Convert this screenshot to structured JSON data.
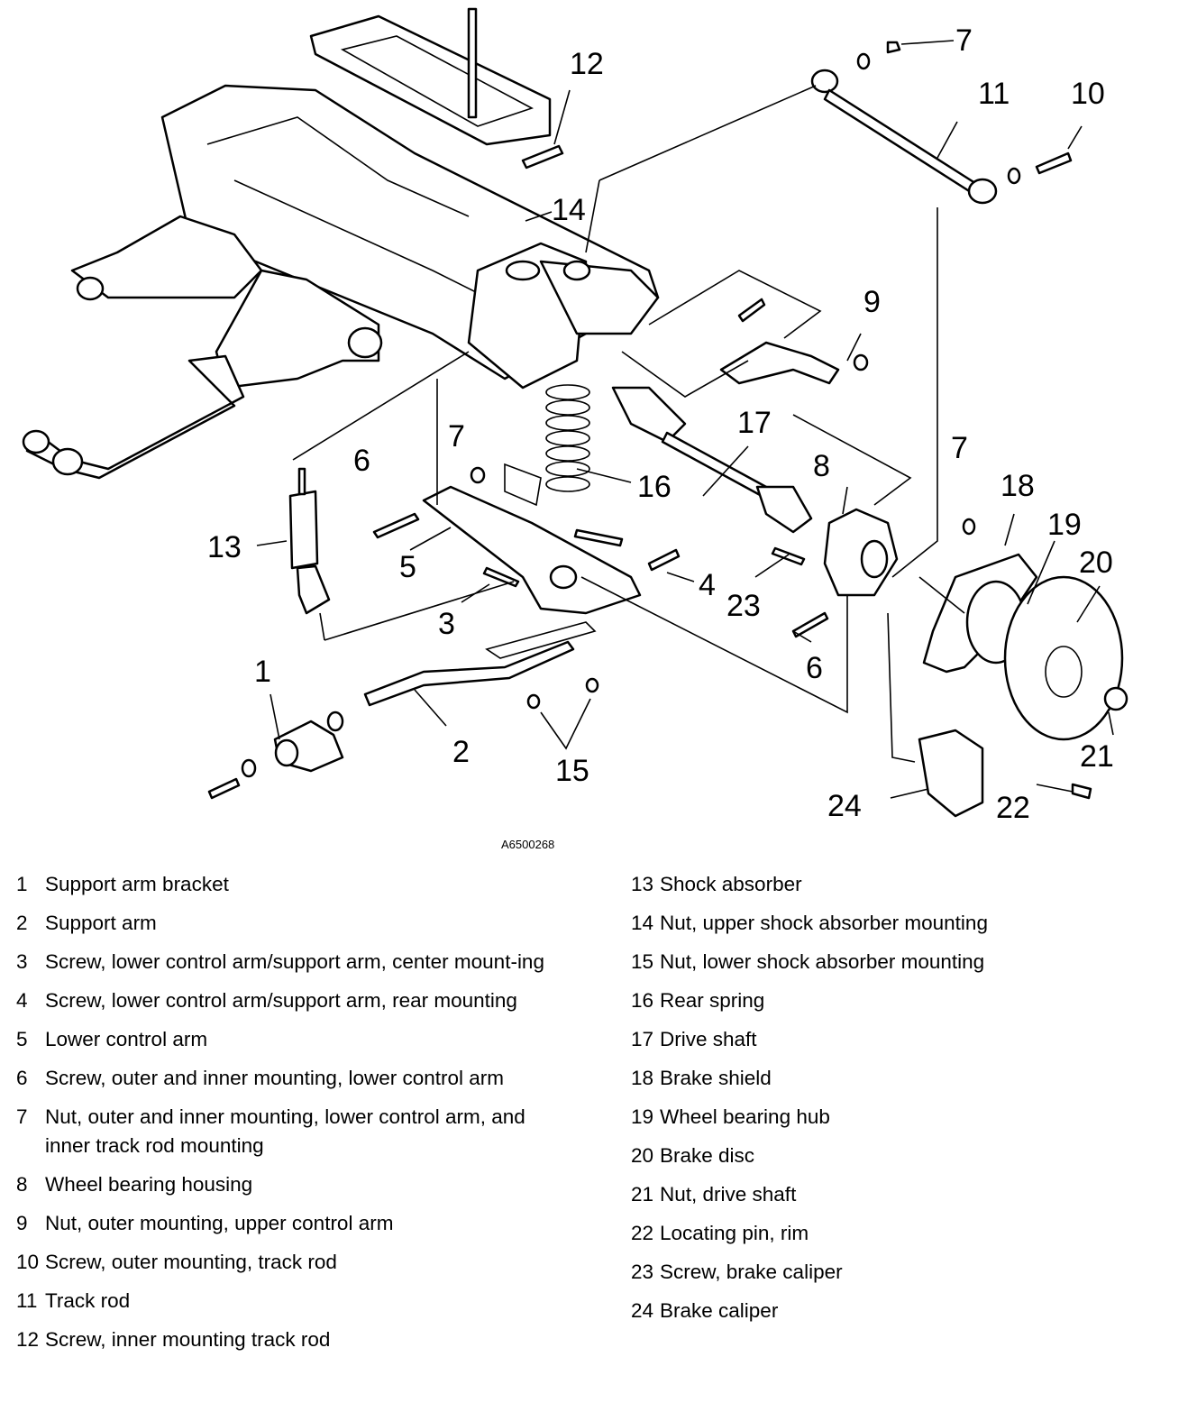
{
  "figure_code": "A6500268",
  "callouts": [
    "1",
    "2",
    "3",
    "4",
    "5",
    "6",
    "6",
    "7",
    "7",
    "7",
    "8",
    "9",
    "10",
    "11",
    "12",
    "13",
    "14",
    "15",
    "16",
    "17",
    "18",
    "19",
    "20",
    "21",
    "22",
    "23",
    "24"
  ],
  "legend_left": [
    {
      "num": "1",
      "text": "Support arm bracket"
    },
    {
      "num": "2",
      "text": "Support arm"
    },
    {
      "num": "3",
      "text": "Screw, lower control arm/support arm, center mount-ing"
    },
    {
      "num": "4",
      "text": "Screw, lower control arm/support arm, rear mounting"
    },
    {
      "num": "5",
      "text": "Lower control arm"
    },
    {
      "num": "6",
      "text": "Screw, outer and inner mounting, lower control arm"
    },
    {
      "num": "7",
      "text": "Nut, outer and inner mounting, lower control arm, and inner track rod mounting"
    },
    {
      "num": "8",
      "text": "Wheel bearing housing"
    },
    {
      "num": "9",
      "text": "Nut, outer mounting, upper control arm"
    },
    {
      "num": "10",
      "text": "Screw, outer mounting, track rod"
    },
    {
      "num": "11",
      "text": "Track rod"
    },
    {
      "num": "12",
      "text": "Screw, inner mounting track rod"
    }
  ],
  "legend_right": [
    {
      "num": "13",
      "text": "Shock absorber"
    },
    {
      "num": "14",
      "text": "Nut, upper shock absorber mounting"
    },
    {
      "num": "15",
      "text": "Nut, lower shock absorber mounting"
    },
    {
      "num": "16",
      "text": "Rear spring"
    },
    {
      "num": "17",
      "text": "Drive shaft"
    },
    {
      "num": "18",
      "text": "Brake shield"
    },
    {
      "num": "19",
      "text": "Wheel bearing hub"
    },
    {
      "num": "20",
      "text": "Brake disc"
    },
    {
      "num": "21",
      "text": "Nut, drive shaft"
    },
    {
      "num": "22",
      "text": "Locating pin, rim"
    },
    {
      "num": "23",
      "text": "Screw, brake caliper"
    },
    {
      "num": "24",
      "text": "Brake caliper"
    }
  ]
}
